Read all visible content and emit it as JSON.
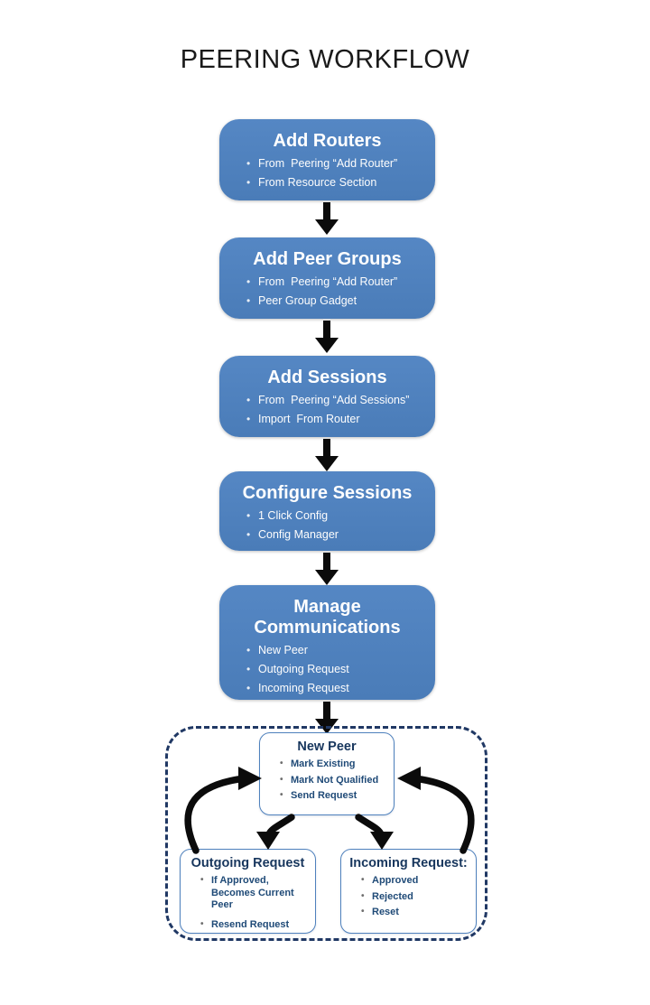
{
  "title": "PEERING WORKFLOW",
  "colors": {
    "flow_box_fill": "#4d80bc",
    "flow_box_text": "#ffffff",
    "detail_box_border": "#4f81bd",
    "detail_title_text": "#17365d",
    "detail_bullet_text": "#1f4a77",
    "dashed_border": "#203864",
    "arrow": "#0b0b0b",
    "background": "#ffffff"
  },
  "flow_boxes": [
    {
      "title": "Add Routers",
      "bullets": [
        "From  Peering “Add Router”",
        "From Resource Section"
      ]
    },
    {
      "title": "Add Peer Groups",
      "bullets": [
        "From  Peering “Add Router”",
        "Peer Group Gadget"
      ]
    },
    {
      "title": "Add Sessions",
      "bullets": [
        "From  Peering “Add Sessions”",
        "Import  From Router"
      ]
    },
    {
      "title": "Configure Sessions",
      "bullets": [
        "1 Click Config",
        "Config Manager"
      ]
    },
    {
      "title": "Manage Communications",
      "bullets": [
        "New Peer",
        "Outgoing Request",
        "Incoming Request"
      ]
    }
  ],
  "detail_boxes": [
    {
      "title": "New Peer",
      "bullets": [
        "Mark Existing",
        "Mark Not Qualified",
        "Send Request"
      ]
    },
    {
      "title": "Outgoing Request",
      "bullets": [
        "If Approved, Becomes Current Peer",
        "Resend Request"
      ]
    },
    {
      "title": "Incoming Request:",
      "bullets": [
        "Approved",
        "Rejected",
        "Reset"
      ]
    }
  ]
}
